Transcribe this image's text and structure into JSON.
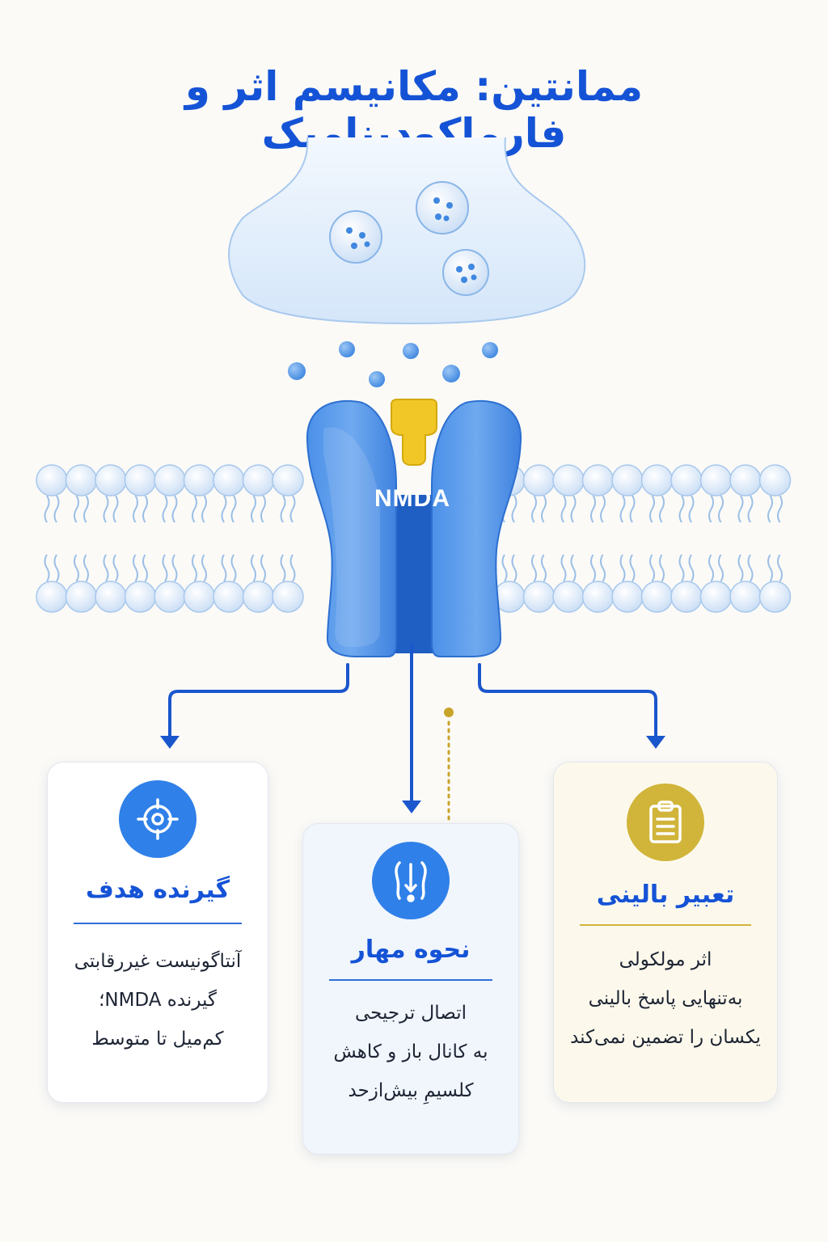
{
  "title": "ممانتین: مکانیسم اثر و فارماکودینامیک",
  "receptor_label": "NMDA",
  "cards": {
    "target": {
      "icon": "target-icon",
      "title": "گیرنده هدف",
      "lines": [
        "آنتاگونیست غیررقابتی",
        "گیرنده NMDA؛",
        "کم‌میل تا متوسط"
      ]
    },
    "blockade": {
      "icon": "ion-channel-icon",
      "title": "نحوه مهار",
      "lines": [
        "اتصال ترجیحی",
        "به کانال باز و کاهش",
        "کلسیمِ بیش‌ازحد"
      ]
    },
    "clinical": {
      "icon": "clipboard-icon",
      "title": "تعبیر بالینی",
      "lines": [
        "اثر مولکولی",
        "به‌تنهایی پاسخ بالینی",
        "یکسان را تضمین نمی‌کند"
      ]
    }
  },
  "colors": {
    "title_blue": "#1553d6",
    "receptor_blue": "#3f87e6",
    "antagonist_yellow": "#f1c727",
    "clinical_gold": "#d1b53a"
  }
}
